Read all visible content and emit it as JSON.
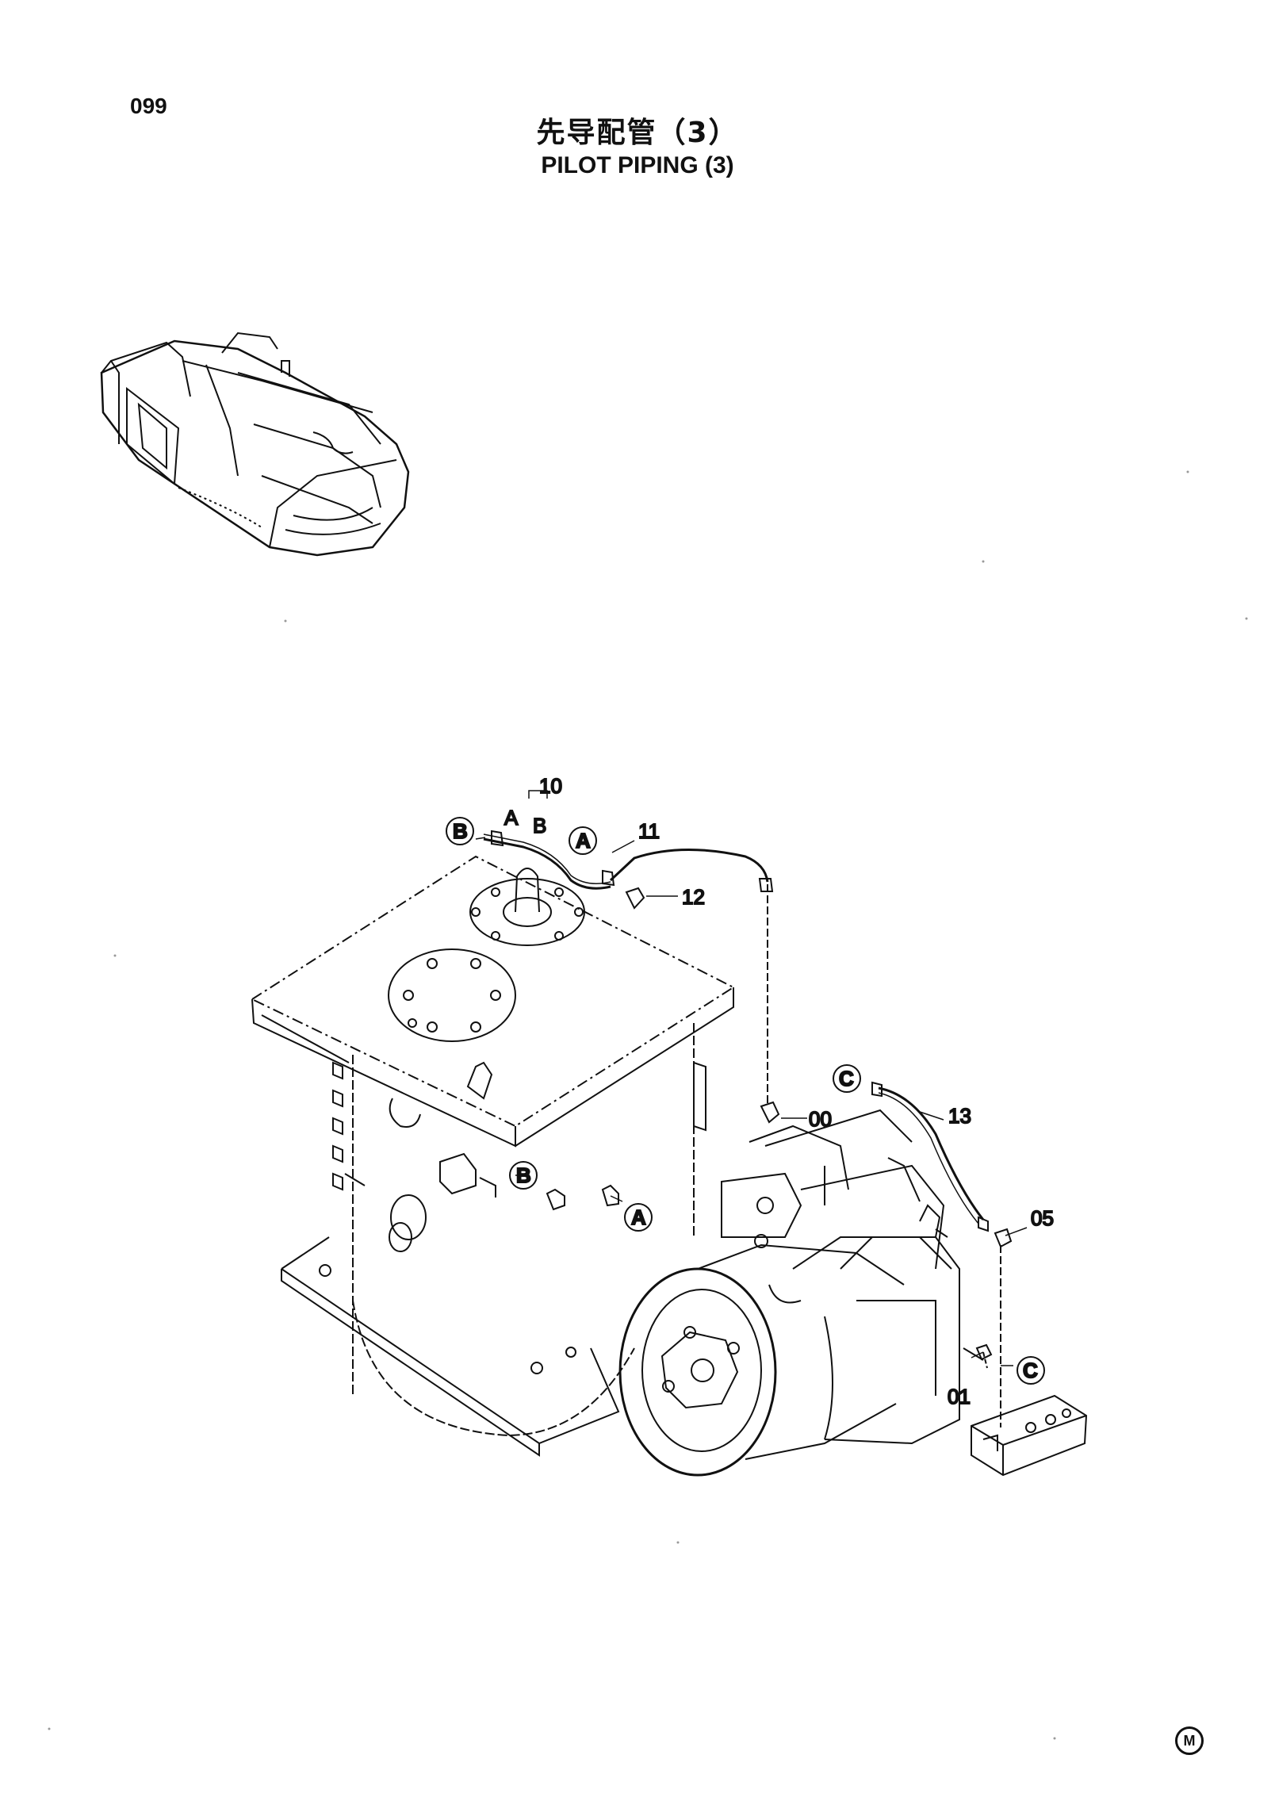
{
  "header": {
    "page_number": "099",
    "title_cn": "先导配管（3）",
    "title_en": "PILOT  PIPING (3)"
  },
  "callouts": {
    "part_10": "10",
    "part_11": "11",
    "part_12": "12",
    "part_13": "13",
    "part_00": "00",
    "part_05": "05",
    "part_01": "01",
    "sub_a": "A",
    "sub_b": "B"
  },
  "connectors": {
    "a": "A",
    "b": "B",
    "c": "C"
  },
  "footer": {
    "brand_mark": "M"
  }
}
